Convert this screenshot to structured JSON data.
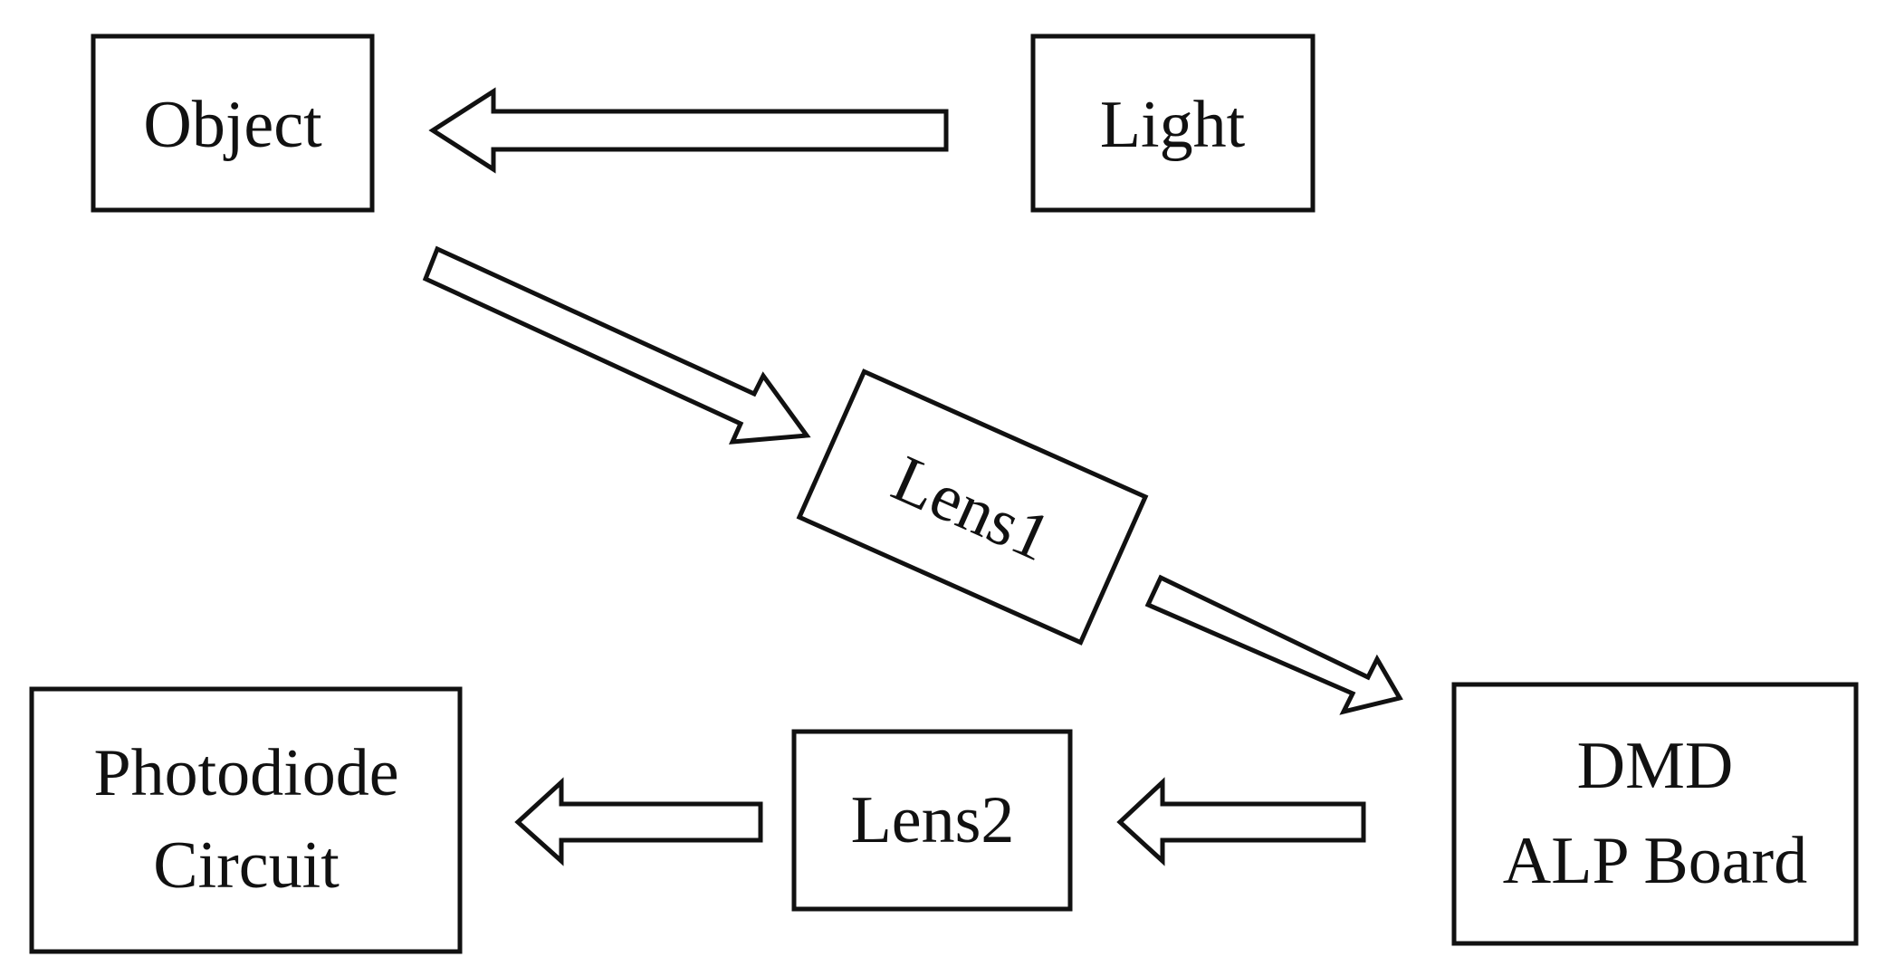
{
  "diagram": {
    "nodes": {
      "object": {
        "label": "Object"
      },
      "light": {
        "label": "Light"
      },
      "lens1": {
        "label": "Lens1"
      },
      "photodiode": {
        "line1": "Photodiode",
        "line2": "Circuit"
      },
      "lens2": {
        "label": "Lens2"
      },
      "dmd": {
        "line1": "DMD",
        "line2": "ALP Board"
      }
    },
    "edges": [
      {
        "from": "Light",
        "to": "Object"
      },
      {
        "from": "Object",
        "to": "Lens1"
      },
      {
        "from": "Lens1",
        "to": "DMD ALP Board"
      },
      {
        "from": "DMD ALP Board",
        "to": "Lens2"
      },
      {
        "from": "Lens2",
        "to": "Photodiode Circuit"
      }
    ],
    "colors": {
      "stroke": "#111111",
      "fill": "#ffffff"
    }
  }
}
